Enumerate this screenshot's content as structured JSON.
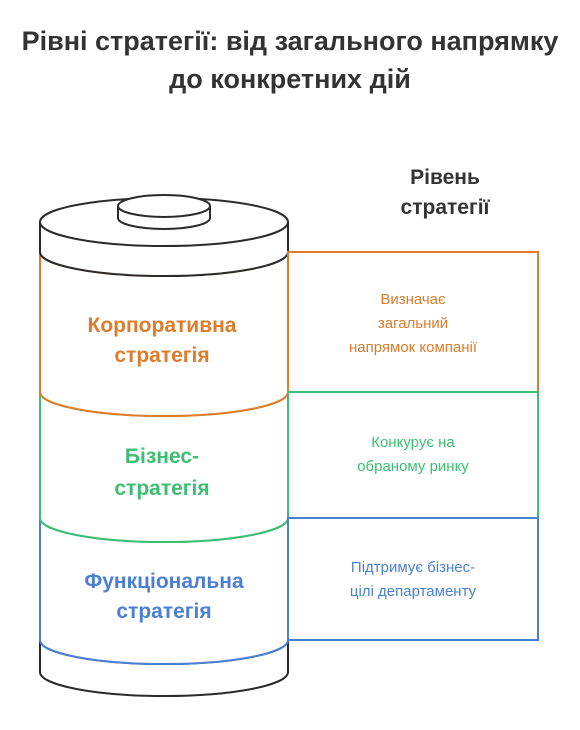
{
  "title": "Рівні стратегії: від загального напрямку до конкретних дій",
  "column_header": [
    "Рівень",
    "стратегії"
  ],
  "colors": {
    "title": "#333333",
    "outline": "#2b2b2b",
    "corporate": "#e07b2a",
    "business": "#3cbf72",
    "functional": "#4a7fd4"
  },
  "levels": [
    {
      "id": "corporate",
      "label_lines": [
        "Корпоративна",
        "стратегія"
      ],
      "description_lines": [
        "Визначає",
        "загальний",
        "напрямок компанії"
      ]
    },
    {
      "id": "business",
      "label_lines": [
        "Бізнес-",
        "стратегія"
      ],
      "description_lines": [
        "Конкурує на",
        "обраному ринку"
      ]
    },
    {
      "id": "functional",
      "label_lines": [
        "Функціональна",
        "стратегія"
      ],
      "description_lines": [
        "Підтримує бізнес-",
        "цілі департаменту"
      ]
    }
  ]
}
